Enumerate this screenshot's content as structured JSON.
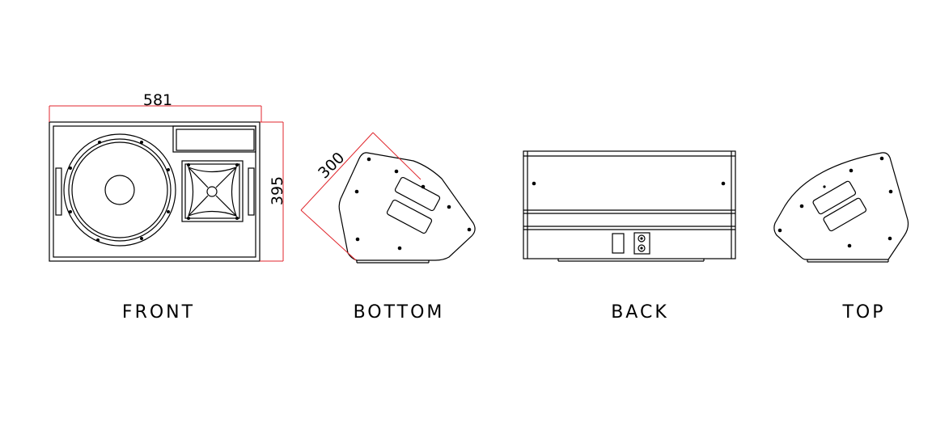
{
  "dimensions": {
    "width": "581",
    "height": "395",
    "depth": "300"
  },
  "views": {
    "front": "FRONT",
    "bottom": "BOTTOM",
    "back": "BACK",
    "top": "TOP"
  },
  "colors": {
    "line": "#000000",
    "dimension_line": "#e0262c",
    "background": "#ffffff"
  }
}
